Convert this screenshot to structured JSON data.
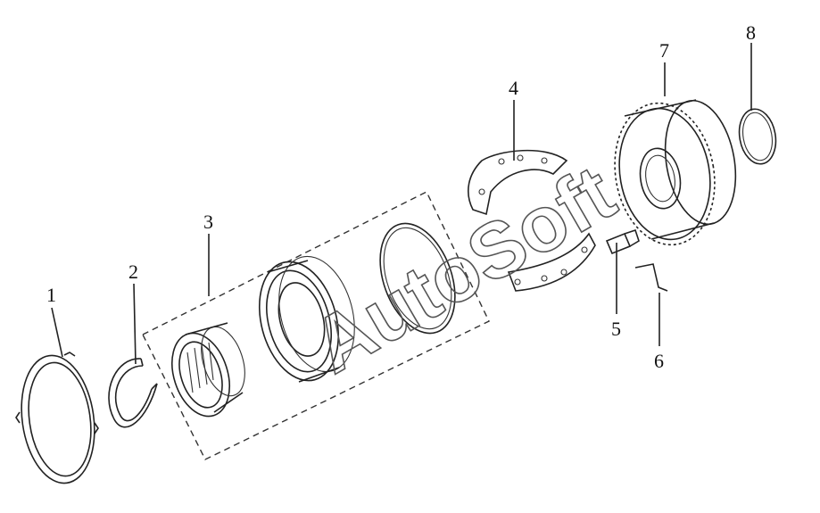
{
  "callouts": {
    "c1": "1",
    "c2": "2",
    "c3": "3",
    "c4": "4",
    "c5": "5",
    "c6": "6",
    "c7": "7",
    "c8": "8"
  },
  "watermark": "AutoSoft",
  "colors": {
    "line": "#222222",
    "background": "#ffffff"
  }
}
